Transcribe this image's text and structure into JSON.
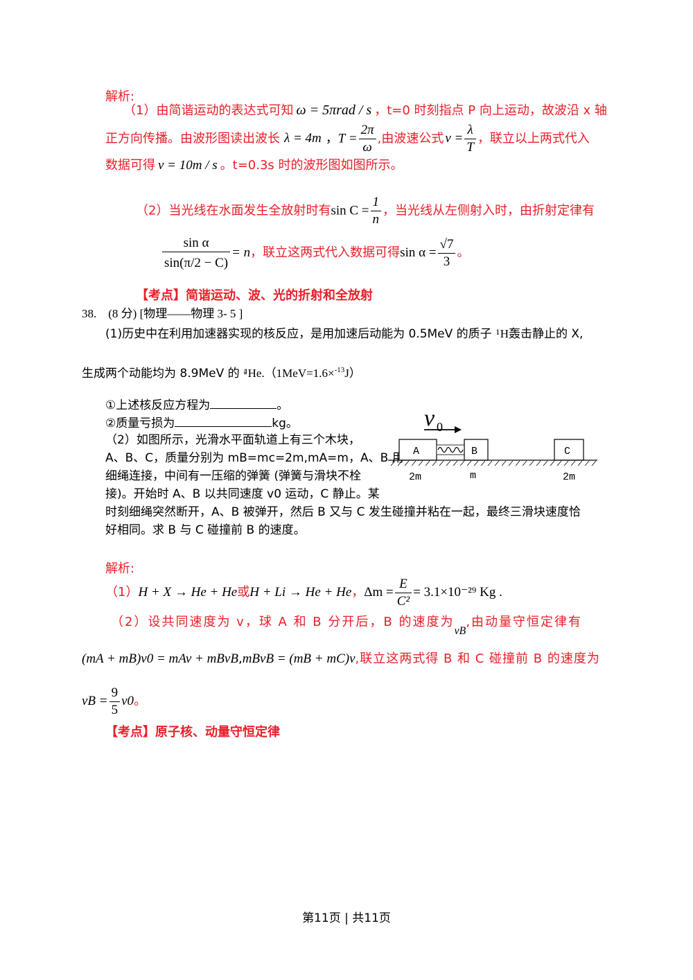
{
  "s1": {
    "heading": "解析:",
    "p1_l1_a": "（1）由简谐运动的表达式可知",
    "omega_expr": "ω = 5πrad / s",
    "p1_l1_b": "，t=0 时刻指点 P 向上运动，故波沿 x 轴",
    "p1_l2_a": "正方向传播。由波形图读出波长",
    "lambda_expr": "λ = 4m",
    "T_lhs": "T =",
    "T_num": "2π",
    "T_den": "ω",
    "p1_l2_b": ",由波速公式",
    "v_lhs": "v =",
    "v_num": "λ",
    "v_den": "T",
    "p1_l2_c": "，联立以上两式代入",
    "p1_l3_a": "数据可得",
    "v_val": "v = 10m / s",
    "p1_l3_b": "。t=0.3s 时的波形图如图所示。",
    "p2_a": "（2）当光线在水面发生全放射时有",
    "sinC_lhs": "sin C =",
    "sinC_num": "1",
    "sinC_den": "n",
    "p2_b": "，当光线从左侧射入时，由折射定律有",
    "snell_num": "sin α",
    "snell_den": "sin(π/2 − C)",
    "snell_rhs": "= n",
    "p2_c": "，联立这两式代入数据可得",
    "result_lhs": "sin α =",
    "result_num": "√7",
    "result_den": "3",
    "result_end": "。",
    "kaodian": "【考点】简谐运动、波、光的折射和全放射"
  },
  "q38": {
    "header": "38.　(8 分) [物理——物理 3- 5 ]",
    "q1_a": "(1)历史中在利用加速器实现的核反应，是用加速后动能为 0.5MeV 的质子",
    "proton_sym": "H",
    "proton_top": "1",
    "proton_bot": "1",
    "q1_b": "轰击静止的 X,",
    "q1_c": "生成两个动能均为 8.9MeV 的",
    "he_sym": "He.",
    "he_top": "4",
    "he_bot": "2",
    "q1_d": "（1MeV=1.6×",
    "q1_exp": "-13",
    "q1_e": "J）",
    "item1": "①上述核反应方程为",
    "item1_end": "。",
    "item2": "②质量亏损为",
    "item2_end": "kg。",
    "q2_l1": "（2）如图所示，光滑水平面轨道上有三个木块，",
    "q2_l2": "A、B、C，质量分别为 mB=mc=2m,mA=m，A、B 用",
    "q2_l3": "细绳连接，中间有一压缩的弹簧 (弹簧与滑块不栓",
    "q2_l4": "接)。开始时 A、B 以共同速度 v0 运动，C 静止。某",
    "q2_l5": "时刻细绳突然断开，A、B 被弹开，然后 B 又与 C 发生碰撞并粘在一起，最终三滑块速度恰",
    "q2_l6": "好相同。求 B 与 C 碰撞前 B 的速度。"
  },
  "figure": {
    "v0_label": "v",
    "v0_sub": "0",
    "block_a": "A",
    "block_b": "B",
    "block_c": "C",
    "mass_a": "2m",
    "mass_b": "m",
    "mass_c": "2m"
  },
  "s2": {
    "heading": "解析:",
    "l1_label": "（1）",
    "reaction1": "H + X → He + He",
    "or": "或",
    "reaction2": "H + Li → He + He",
    "comma": "，",
    "dm_lhs": "Δm =",
    "dm_num": "E",
    "dm_den": "C²",
    "dm_rhs": "= 3.1×10⁻²⁹ Kg .",
    "l2_a": "（2）设共同速度为 v，球 A 和 B 分开后，B 的速度为",
    "vB": "vB",
    "l2_b": ",由动量守恒定律有",
    "eq1": "(mA + mB)v0 = mAv + mBvB",
    "eq2": "mBvB = (mB + mC)v",
    "l3_b": ",联立这两式得 B 和 C 碰撞前 B 的速度为",
    "final_lhs": "vB =",
    "final_num": "9",
    "final_den": "5",
    "final_rhs": "v0",
    "final_end": "。",
    "kaodian": "【考点】原子核、动量守恒定律"
  },
  "footer": "第11页 | 共11页"
}
